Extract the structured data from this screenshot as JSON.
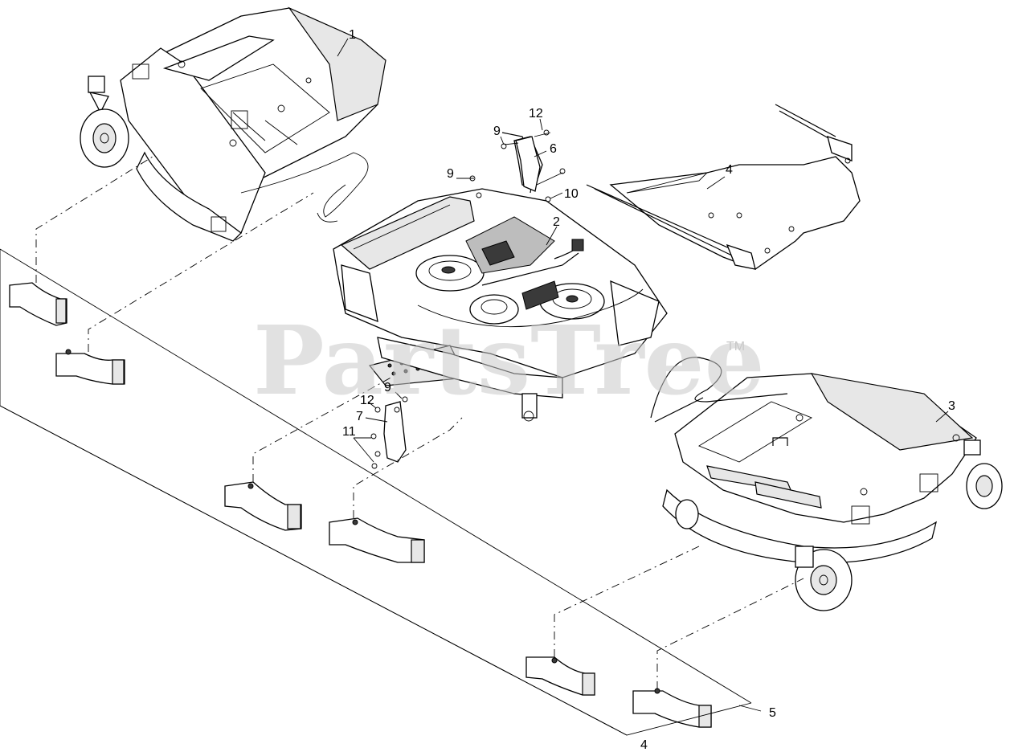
{
  "watermark": {
    "text": "PartsTree",
    "trademark": "TM"
  },
  "callouts": [
    {
      "id": "c1",
      "label": "1"
    },
    {
      "id": "c2",
      "label": "2"
    },
    {
      "id": "c3",
      "label": "3"
    },
    {
      "id": "c4a",
      "label": "4"
    },
    {
      "id": "c4b",
      "label": "4"
    },
    {
      "id": "c5",
      "label": "5"
    },
    {
      "id": "c6",
      "label": "6"
    },
    {
      "id": "c7",
      "label": "7"
    },
    {
      "id": "c9a",
      "label": "9"
    },
    {
      "id": "c9b",
      "label": "9"
    },
    {
      "id": "c9c",
      "label": "9"
    },
    {
      "id": "c10",
      "label": "10"
    },
    {
      "id": "c11",
      "label": "11"
    },
    {
      "id": "c12a",
      "label": "12"
    },
    {
      "id": "c12b",
      "label": "12"
    }
  ]
}
